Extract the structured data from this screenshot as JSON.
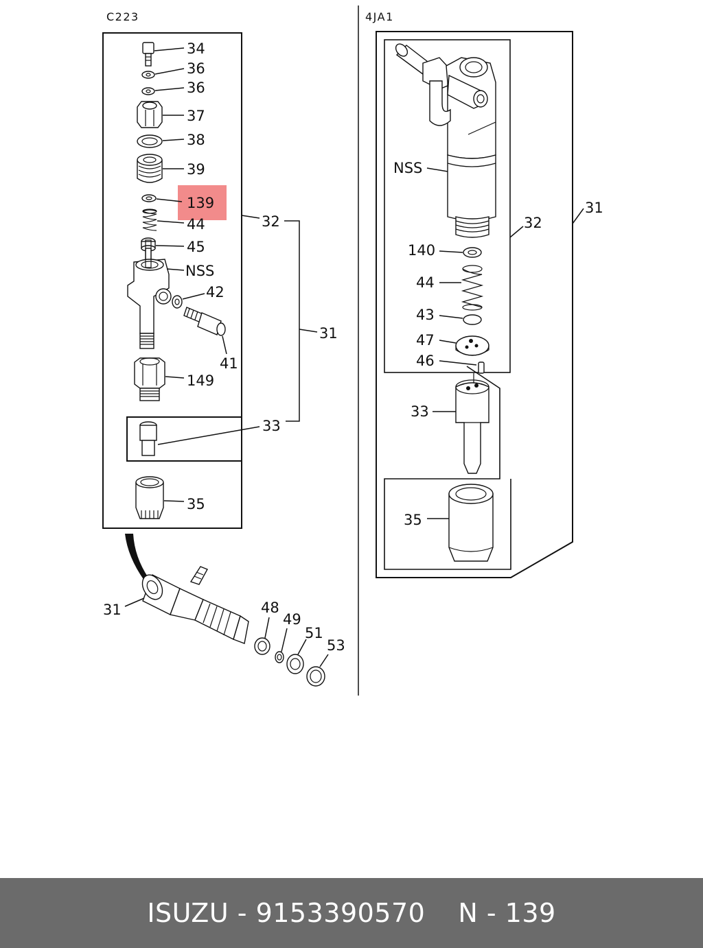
{
  "left_panel": {
    "header": "C223",
    "callouts": [
      "34",
      "36",
      "36",
      "37",
      "38",
      "39",
      "139",
      "44",
      "45",
      "NSS",
      "42",
      "41",
      "149",
      "32",
      "31",
      "33",
      "35"
    ],
    "highlight": {
      "label": "139",
      "color": "#f28b8b"
    }
  },
  "right_panel": {
    "header": "4JA1",
    "callouts": [
      "NSS",
      "32",
      "31",
      "140",
      "44",
      "43",
      "47",
      "46",
      "33",
      "35"
    ]
  },
  "lower_assembly": {
    "callouts": [
      "31",
      "48",
      "49",
      "51",
      "53"
    ]
  },
  "footer": {
    "brand": "ISUZU",
    "part_number": "9153390570",
    "ref": "N - 139",
    "separator": "-",
    "background": "#6b6b6b"
  }
}
